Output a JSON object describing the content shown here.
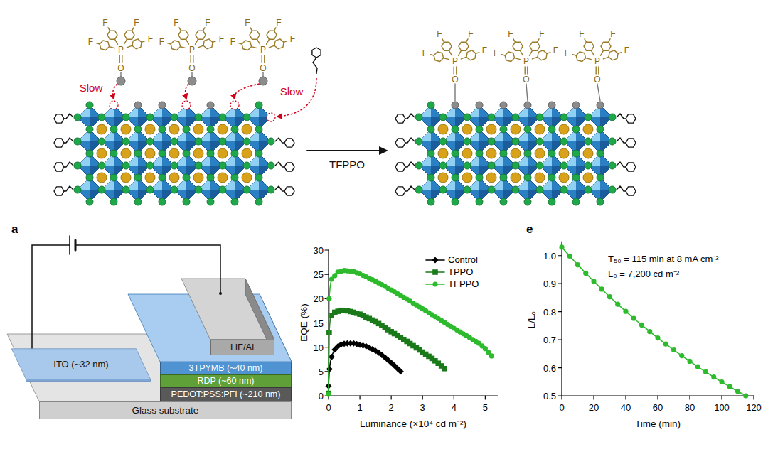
{
  "diagram": {
    "nodes": [
      {
        "text": [
          "LiF/Al"
        ]
      },
      {
        "text": [
          "3TPYMB (~40 nm)"
        ]
      },
      {
        "text": [
          "RDP (~60 nm)"
        ]
      },
      {
        "text": [
          "PEDOT:PSS:PFI (~210 nm)"
        ]
      },
      {
        "text": [
          "ITO (~32 nm)"
        ]
      },
      {
        "text": [
          "Glass substrate"
        ]
      }
    ],
    "labels": [
      "F",
      "F",
      "F",
      "F",
      "P",
      "O",
      "F",
      "F",
      "F",
      "F",
      "P",
      "O",
      "F",
      "F",
      "F",
      "F",
      "P",
      "O",
      "F",
      "F",
      "F",
      "F",
      "P",
      "O",
      "F",
      "F",
      "F",
      "F",
      "P",
      "O",
      "F",
      "F",
      "F",
      "F",
      "P",
      "O",
      "Slow",
      "Slow",
      "TFPPO",
      "a",
      "0",
      "5",
      "10",
      "15",
      "20",
      "25",
      "30",
      "0",
      "1",
      "2",
      "3",
      "4",
      "5",
      "EQE (%)",
      "Luminance (×10⁴ cd m⁻²)",
      "e",
      "0.5",
      "0.6",
      "0.7",
      "0.8",
      "0.9",
      "1.0",
      "0",
      "20",
      "40",
      "60",
      "80",
      "100",
      "120",
      "L/L₀",
      "Time (min)",
      "T₅₀ = 115 min at 8 mA cm⁻²",
      "L₀ = 7,200 cd m⁻²"
    ],
    "legend": [
      {
        "text": "Control"
      },
      {
        "text": "TPPO"
      },
      {
        "text": "TFPPO"
      }
    ]
  }
}
